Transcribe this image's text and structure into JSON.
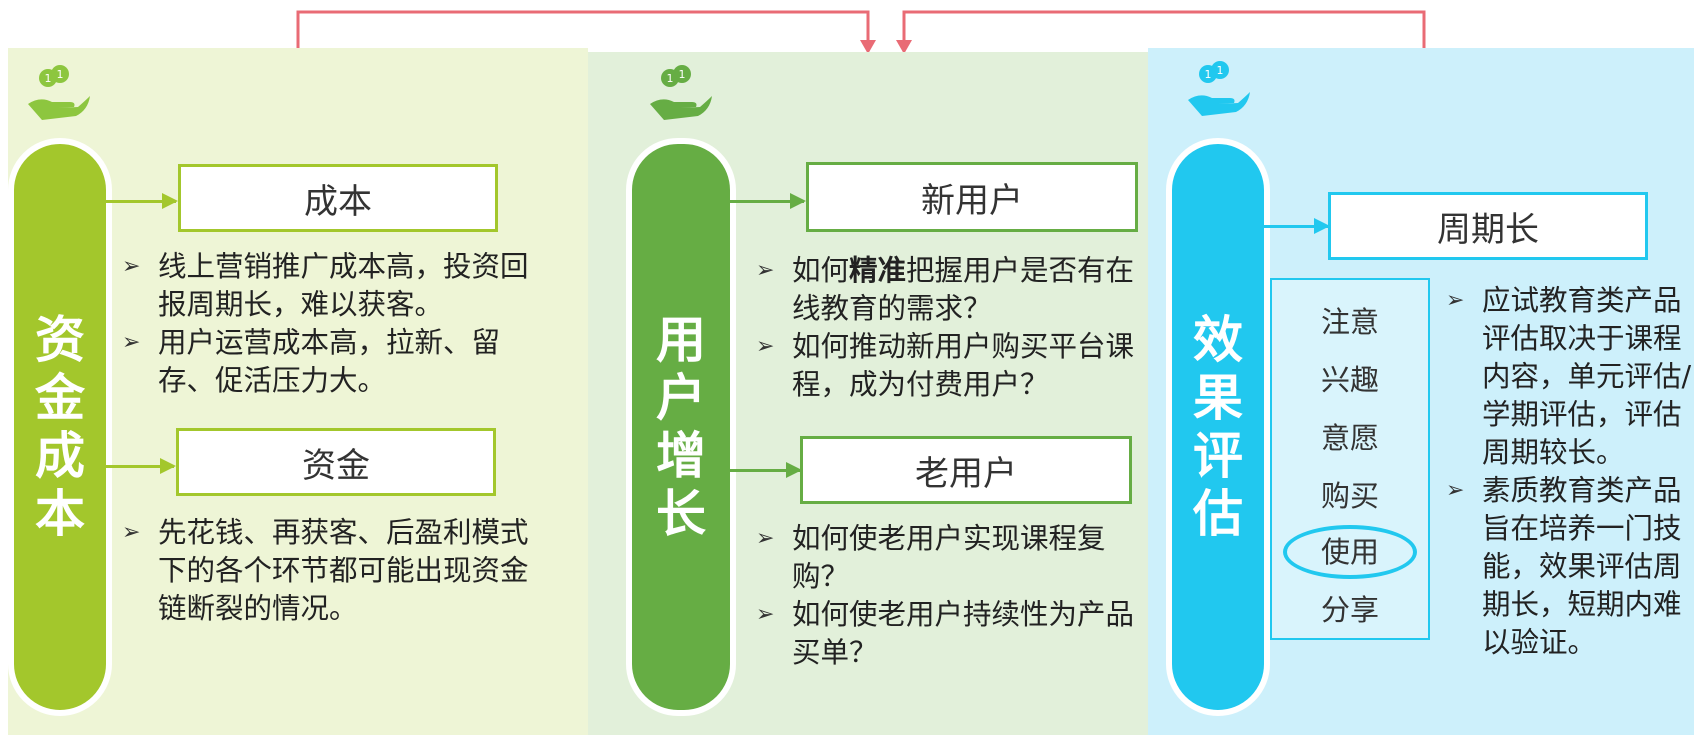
{
  "header": {
    "title": ""
  },
  "colors": {
    "col1_accent": "#a3c72c",
    "col2_accent": "#66ad44",
    "col3_accent": "#21c8ef",
    "connector": "#e96b75"
  },
  "columns": [
    {
      "title": "资金成本",
      "icon": "hand-coins-icon",
      "sections": [
        {
          "label": "成本",
          "bullets": [
            "线上营销推广成本高，投资回报周期长，难以获客。",
            "用户运营成本高，拉新、留存、促活压力大。"
          ]
        },
        {
          "label": "资金",
          "bullets": [
            "先花钱、再获客、后盈利模式下的各个环节都可能出现资金链断裂的情况。"
          ]
        }
      ]
    },
    {
      "title": "用户增长",
      "icon": "hand-coins-icon",
      "sections": [
        {
          "label": "新用户",
          "bullets": [
            {
              "pre": "如何",
              "bold": "精准",
              "post": "把握用户是否有在线教育的需求？"
            },
            "如何推动新用户购买平台课程，成为付费用户？"
          ]
        },
        {
          "label": "老用户",
          "bullets": [
            "如何使老用户实现课程复购？",
            "如何使老用户持续性为产品买单？"
          ]
        }
      ]
    },
    {
      "title": "效果评估",
      "icon": "hand-coins-icon",
      "sections": [
        {
          "label": "周期长",
          "stages": [
            "注意",
            "兴趣",
            "意愿",
            "购买",
            "使用",
            "分享"
          ],
          "highlighted_stage": "使用",
          "bullets": [
            "应试教育类产品评估取决于课程内容，单元评估/学期评估，评估周期较长。",
            "素质教育类产品旨在培养一门技能，效果评估周期长，短期内难以验证。"
          ]
        }
      ]
    }
  ]
}
